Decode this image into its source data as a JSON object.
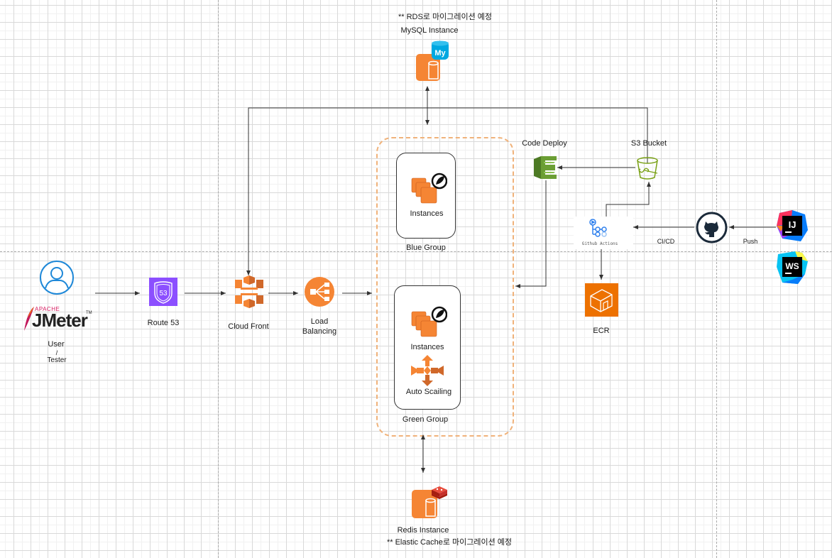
{
  "diagram": {
    "title_notes": {
      "mysql_note": "** RDS로 마이그레이션 예정",
      "redis_note": "** Elastic Cache로 마이그레이션 예정"
    },
    "nodes": {
      "user": {
        "label_line1": "User",
        "label_sep": "/",
        "label_line2": "Tester",
        "logo_text_apache": "APACHE",
        "logo_text_jmeter": "JMeter",
        "logo_tm": "TM"
      },
      "route53": {
        "label": "Route 53",
        "badge": "53",
        "color": "#8c4fff"
      },
      "cloudfront": {
        "label": "Cloud Front",
        "color": "#f58534"
      },
      "load_balancing": {
        "label_line1": "Load",
        "label_line2": "Balancing",
        "color": "#f58534"
      },
      "blue_group": {
        "label": "Blue Group",
        "instances_label": "Instances"
      },
      "green_group": {
        "label": "Green Group",
        "instances_label": "Instances",
        "autoscaling_label": "Auto Scailing"
      },
      "mysql": {
        "label": "MySQL Instance",
        "badge": "My",
        "badge_color": "#00a8e1"
      },
      "redis": {
        "label": "Redis Instance",
        "badge_color": "#c6302b"
      },
      "code_deploy": {
        "label": "Code Deploy",
        "color": "#6b9e34"
      },
      "s3": {
        "label": "S3 Bucket",
        "color": "#7aa116"
      },
      "github_actions": {
        "label": "Github Actions",
        "color": "#2f80ed"
      },
      "ecr": {
        "label": "ECR",
        "color": "#ed7100"
      },
      "github": {
        "label": "GitHub",
        "color": "#1b2a3a"
      },
      "intellij": {
        "text": "IJ"
      },
      "webstorm": {
        "text": "WS"
      }
    },
    "edge_labels": {
      "ci_cd": "CI/CD",
      "push": "Push"
    },
    "colors": {
      "aws_orange": "#f58534",
      "group_border": "#f0b27a",
      "edge": "#333333"
    }
  }
}
